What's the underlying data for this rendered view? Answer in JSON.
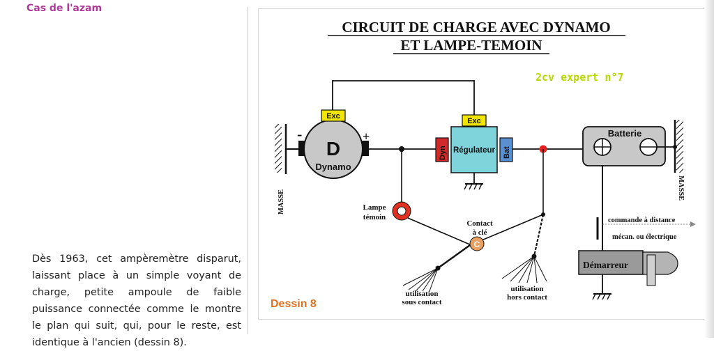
{
  "page": {
    "header_note": "Cas de l'azam",
    "paragraph": "Dès 1963, cet ampèremètre disparut, laissant place à un simple voyant de charge, petite ampoule de faible puissance connectée comme le montre le plan qui suit, qui, pour le reste, est identique à l'ancien (dessin 8)."
  },
  "figure": {
    "title_line1": "CIRCUIT DE CHARGE AVEC DYNAMO",
    "title_line2": "ET LAMPE-TEMOIN",
    "credit": "2cv expert n°7",
    "caption": "Dessin 8",
    "labels": {
      "dynamo_letter": "D",
      "dynamo": "Dynamo",
      "minus": "-",
      "plus": "+",
      "exc_dynamo": "Exc",
      "exc_regulator": "Exc",
      "regulator": "Régulateur",
      "dyn": "Dyn",
      "bat": "Bat",
      "battery": "Batterie",
      "masse_left": "MASSE",
      "masse_right": "MASSE",
      "lamp_line1": "Lampe",
      "lamp_line2": "témoin",
      "contact_line1": "Contact",
      "contact_line2": "à clé",
      "contact_letter": "C",
      "remote_command": "commande à distance",
      "remote_type": "mécan. ou électrique",
      "starter": "Démarreur",
      "util_on_line1": "utilisation",
      "util_on_line2": "sous contact",
      "util_off_line1": "utilisation",
      "util_off_line2": "hors contact"
    },
    "colors": {
      "exc_box": "#f2e600",
      "regulator": "#7fd4dc",
      "dyn_tab": "#d02a2a",
      "bat_tab": "#5a8fd0",
      "battery": "#c8c8c8",
      "lamp": "#e03020",
      "contact": "#e8a060",
      "junction_red": "#e82020",
      "credit": "#b8d800",
      "caption": "#e07020",
      "header": "#b03a9a",
      "dynamo": "#c8c8c8",
      "starter": "#9a9a9a"
    }
  }
}
